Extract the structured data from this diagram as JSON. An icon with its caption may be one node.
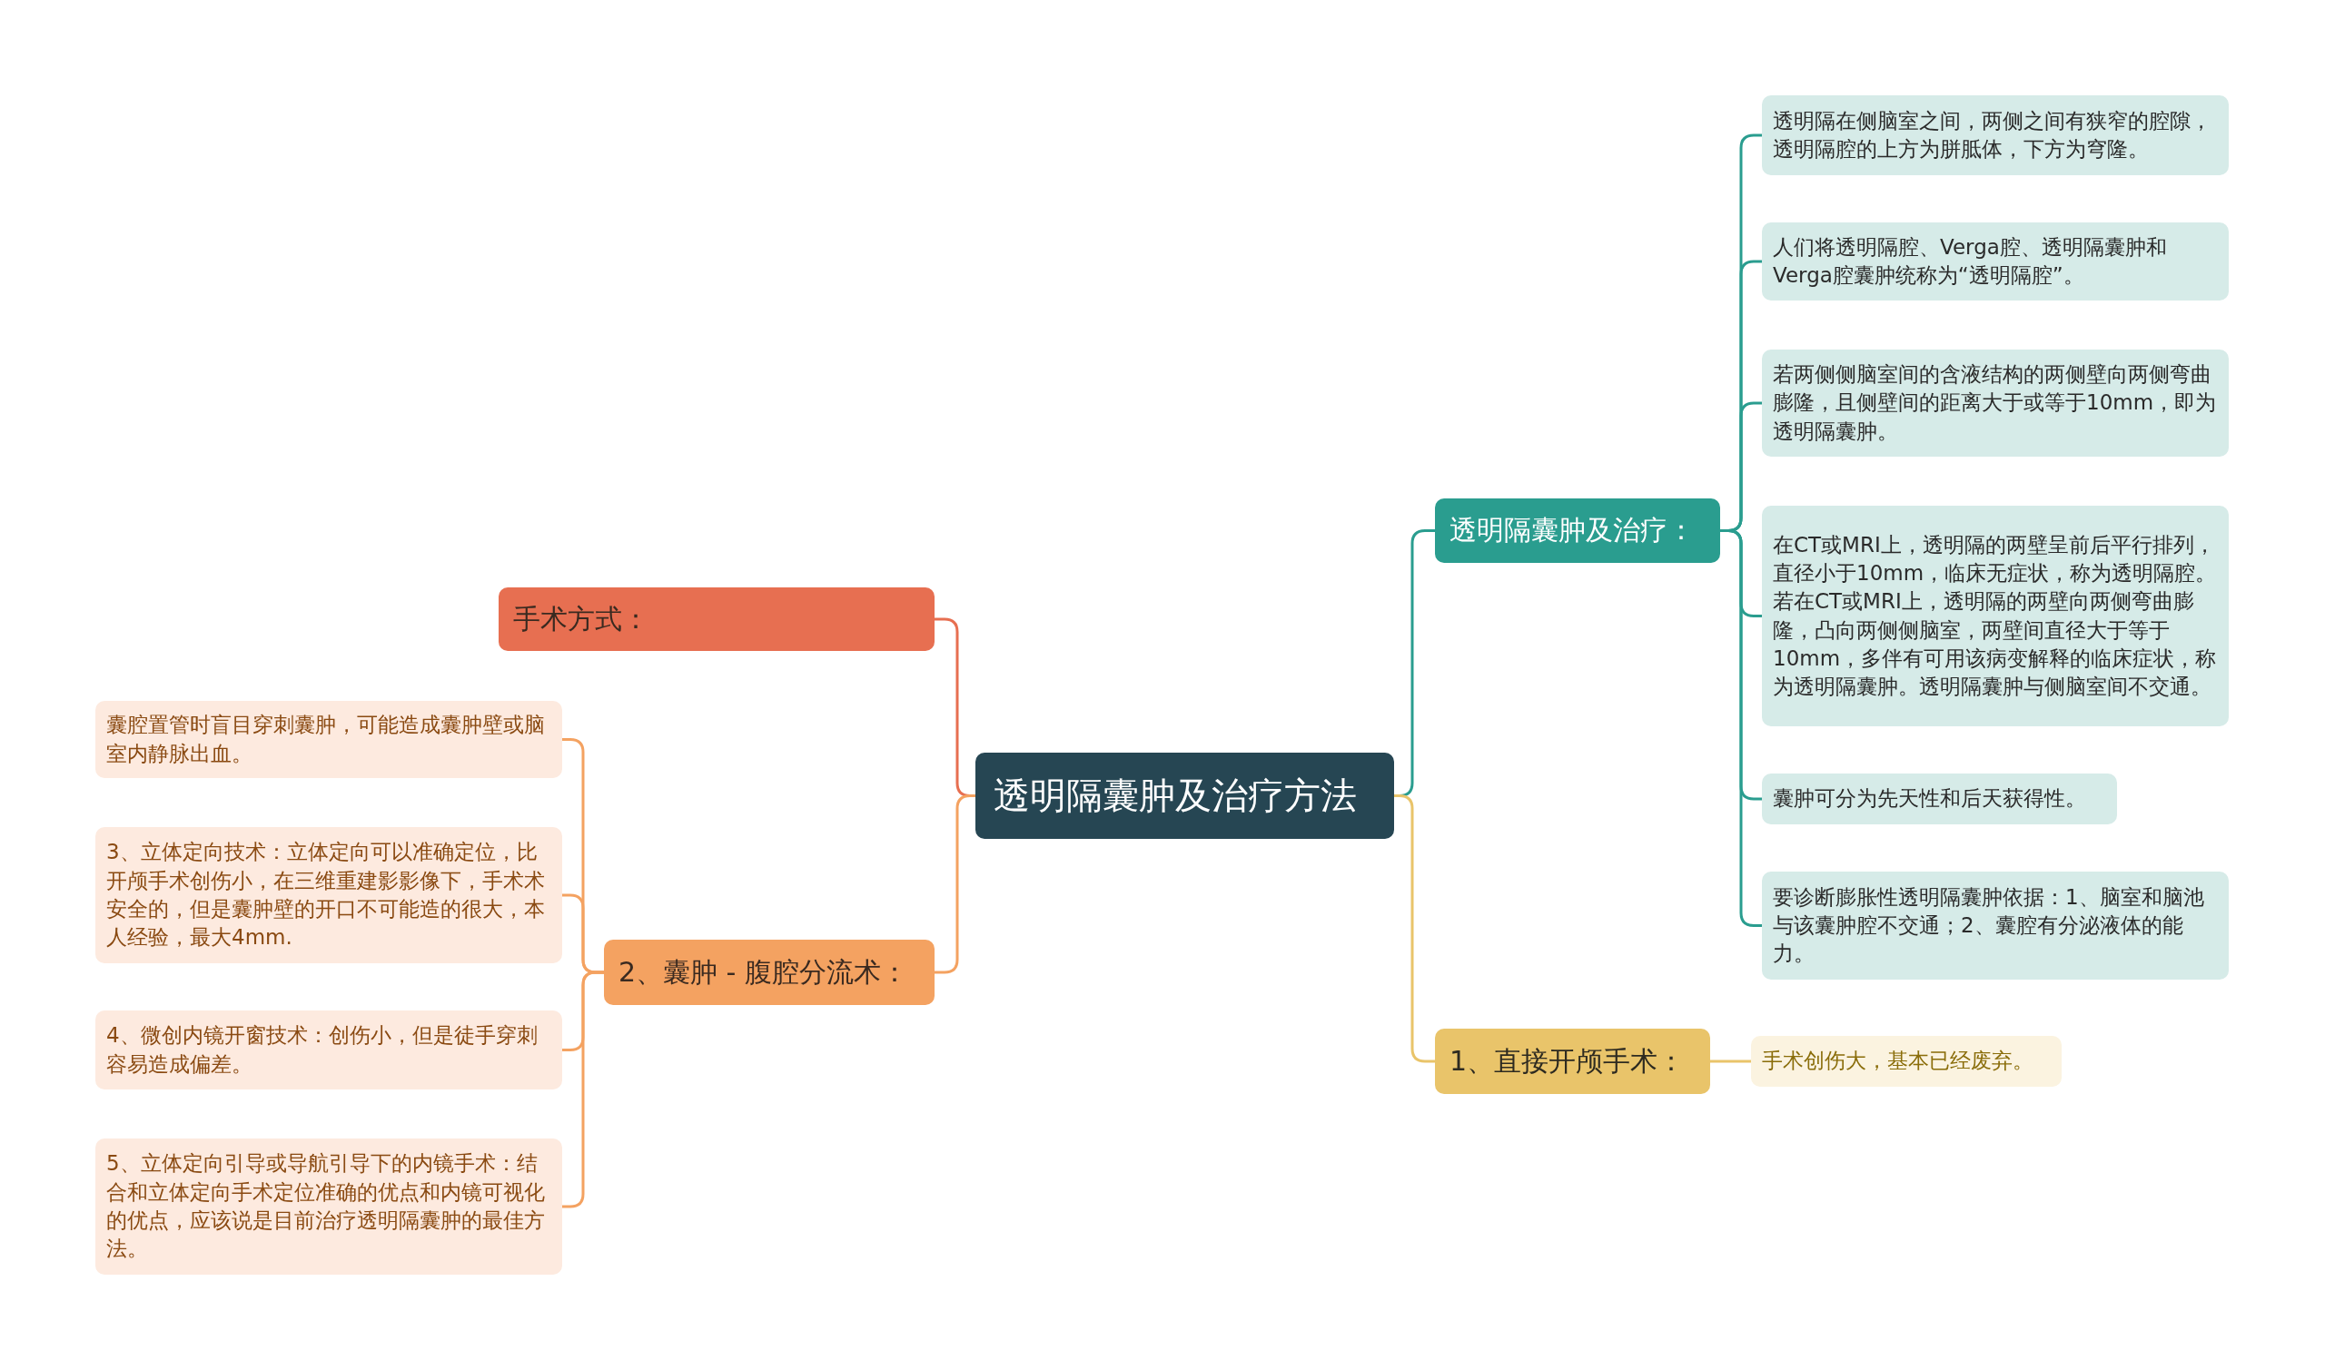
{
  "diagram": {
    "nodes": [
      {
        "text": [
          "透明隔囊肿及治疗方法"
        ]
      },
      {
        "text": [
          "手术方式："
        ]
      },
      {
        "text": [
          "2、囊肿 - 腹腔分流术："
        ]
      },
      {
        "text": [
          "囊腔置管时盲目穿刺囊肿，可能造成囊肿壁或脑室内静脉出血。"
        ]
      },
      {
        "text": [
          "3、立体定向技术：立体定向可以准确定位，比开颅手术创伤小，在三维重建影影像下，手术术安全的，但是囊肿壁的开口不可能造的很大，本人经验，最大4mm."
        ]
      },
      {
        "text": [
          "4、微创内镜开窗技术：创伤小，但是徒手穿刺容易造成偏差。"
        ]
      },
      {
        "text": [
          "5、立体定向引导或导航引导下的内镜手术：结合和立体定向手术定位准确的优点和内镜可视化的优点，应该说是目前治疗透明隔囊肿的最佳方法。"
        ]
      },
      {
        "text": [
          "透明隔囊肿及治疗："
        ]
      },
      {
        "text": [
          "透明隔在侧脑室之间，两侧之间有狭窄的腔隙，透明隔腔的上方为胼胝体，下方为穹隆。"
        ]
      },
      {
        "text": [
          "人们将透明隔腔、Verga腔、透明隔囊肿和Verga腔囊肿统称为“透明隔腔”。"
        ]
      },
      {
        "text": [
          "若两侧侧脑室间的含液结构的两侧壁向两侧弯曲膨隆，且侧壁间的距离大于或等于10mm，即为透明隔囊肿。"
        ]
      },
      {
        "text": [
          "在CT或MRI上，透明隔的两壁呈前后平行排列，直径小于10mm，临床无症状，称为透明隔腔。若在CT或MRI上，透明隔的两壁向两侧弯曲膨隆，凸向两侧侧脑室，两壁间直径大于等于10mm，多伴有可用该病变解释的临床症状，称为透明隔囊肿。透明隔囊肿与侧脑室间不交通。"
        ]
      },
      {
        "text": [
          "囊肿可分为先天性和后天获得性。"
        ]
      },
      {
        "text": [
          "要诊断膨胀性透明隔囊肿依据：1、脑室和脑池与该囊肿腔不交通；2、囊腔有分泌液体的能力。"
        ]
      },
      {
        "text": [
          "1、直接开颅手术："
        ]
      },
      {
        "text": [
          "手术创伤大，基本已经废弃。"
        ]
      }
    ],
    "edges": [
      {
        "from": 0,
        "to": 1,
        "arrow": "none",
        "color": "#e76f51"
      },
      {
        "from": 0,
        "to": 2,
        "arrow": "none",
        "color": "#f4a261"
      },
      {
        "from": 2,
        "to": 3,
        "arrow": "none",
        "color": "#f4a261"
      },
      {
        "from": 2,
        "to": 4,
        "arrow": "none",
        "color": "#f4a261"
      },
      {
        "from": 2,
        "to": 5,
        "arrow": "none",
        "color": "#f4a261"
      },
      {
        "from": 2,
        "to": 6,
        "arrow": "none",
        "color": "#f4a261"
      },
      {
        "from": 0,
        "to": 7,
        "arrow": "none"
      },
      {
        "from": 7,
        "to": 8,
        "arrow": "none"
      },
      {
        "from": 7,
        "to": 9,
        "arrow": "none"
      },
      {
        "from": 7,
        "to": 10,
        "arrow": "none"
      },
      {
        "from": 7,
        "to": 11,
        "arrow": "none"
      },
      {
        "from": 7,
        "to": 12,
        "arrow": "none"
      },
      {
        "from": 7,
        "to": 13,
        "arrow": "none"
      },
      {
        "from": 0,
        "to": 14,
        "arrow": "none",
        "color": "#e9c46a"
      },
      {
        "from": 14,
        "to": 15,
        "arrow": "none",
        "color": "#e9c46a"
      }
    ]
  }
}
